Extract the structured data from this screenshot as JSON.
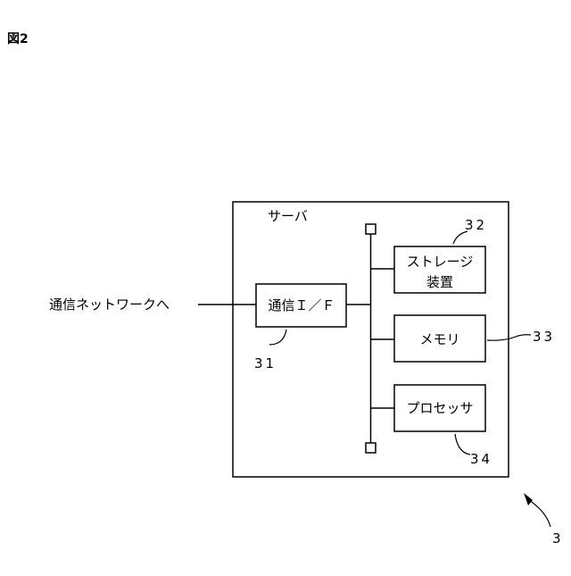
{
  "figure_label": "図2",
  "server": {
    "label": "サーバ",
    "ref": "3"
  },
  "external": {
    "label": "通信ネットワークへ"
  },
  "components": {
    "comm_if": {
      "label": "通信Ｉ／Ｆ",
      "ref": "31"
    },
    "storage": {
      "label_line1": "ストレージ",
      "label_line2": "装置",
      "ref": "32"
    },
    "memory": {
      "label": "メモリ",
      "ref": "33"
    },
    "processor": {
      "label": "プロセッサ",
      "ref": "34"
    }
  }
}
